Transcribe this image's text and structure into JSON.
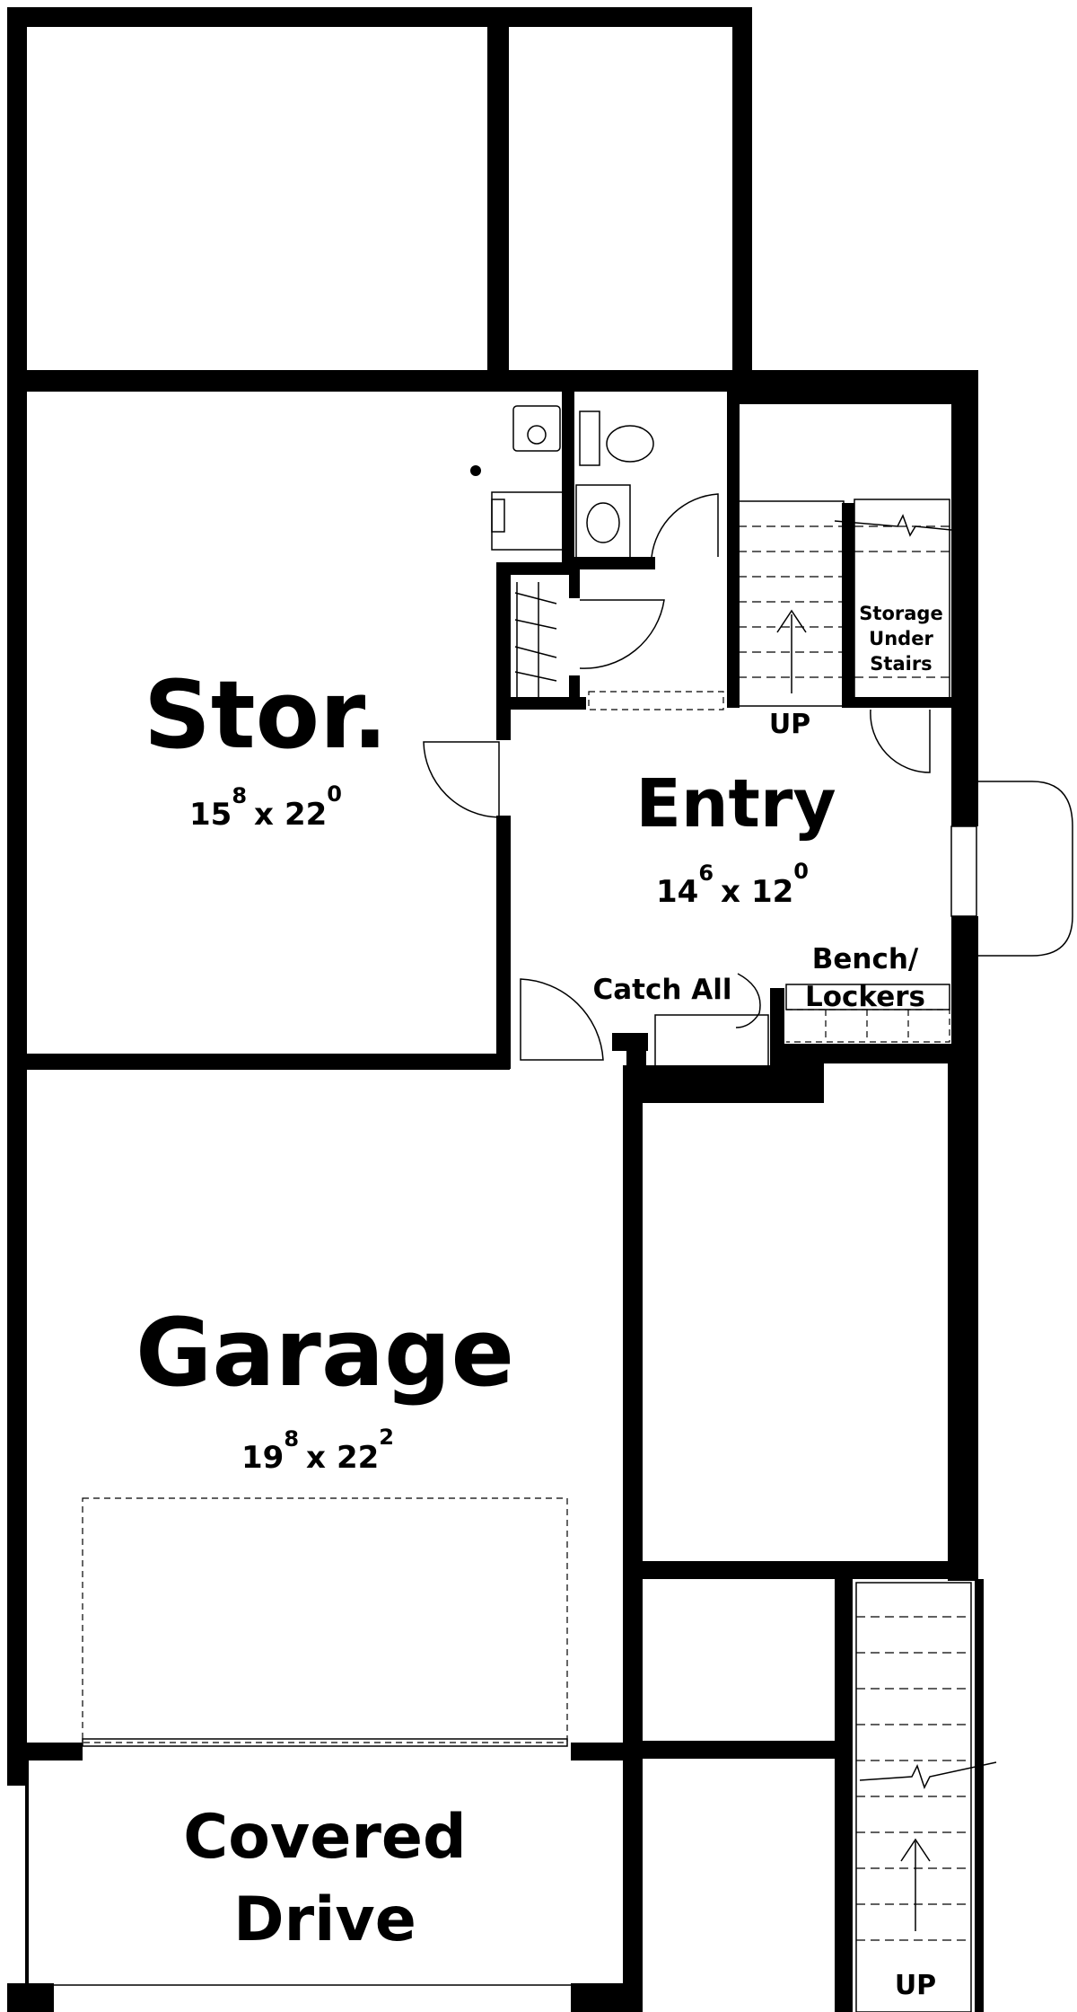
{
  "rooms": {
    "storage": {
      "name": "Stor.",
      "width_ft": "15",
      "width_in": "8",
      "depth_ft": "22",
      "depth_in": "0"
    },
    "entry": {
      "name": "Entry",
      "width_ft": "14",
      "width_in": "6",
      "depth_ft": "12",
      "depth_in": "0"
    },
    "garage": {
      "name": "Garage",
      "width_ft": "19",
      "width_in": "8",
      "depth_ft": "22",
      "depth_in": "2"
    },
    "covered_drive": {
      "line1": "Covered",
      "line2": "Drive"
    }
  },
  "labels": {
    "storage_under_stairs": [
      "Storage",
      "Under",
      "Stairs"
    ],
    "stairs_up_main": "UP",
    "stairs_up_exterior": "UP",
    "catch_all": "Catch All",
    "bench_lockers": [
      "Bench/",
      "Lockers"
    ],
    "dimension_separator": "x"
  },
  "colors": {
    "wall": "#000000",
    "background": "#ffffff"
  }
}
